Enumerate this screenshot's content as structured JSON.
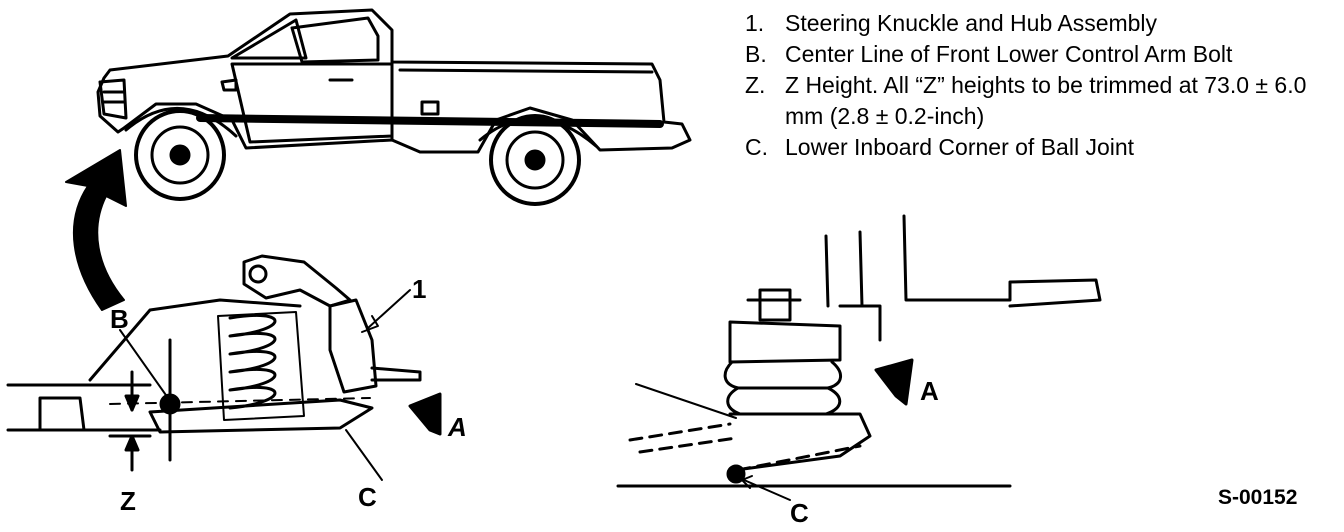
{
  "legend": [
    {
      "key": "1.",
      "text": "Steering Knuckle and Hub Assembly"
    },
    {
      "key": "B.",
      "text": "Center Line of Front Lower Control Arm Bolt"
    },
    {
      "key": "Z.",
      "text": "Z Height. All “Z” heights to be trimmed at 73.0 ± 6.0 mm (2.8 ± 0.2-inch)"
    },
    {
      "key": "C.",
      "text": "Lower Inboard Corner of Ball Joint"
    }
  ],
  "callouts": {
    "one": "1",
    "b": "B",
    "z": "Z",
    "c_left": "C",
    "a_left": "A",
    "a_right": "A",
    "c_right": "C"
  },
  "figure_id": "S-00152"
}
